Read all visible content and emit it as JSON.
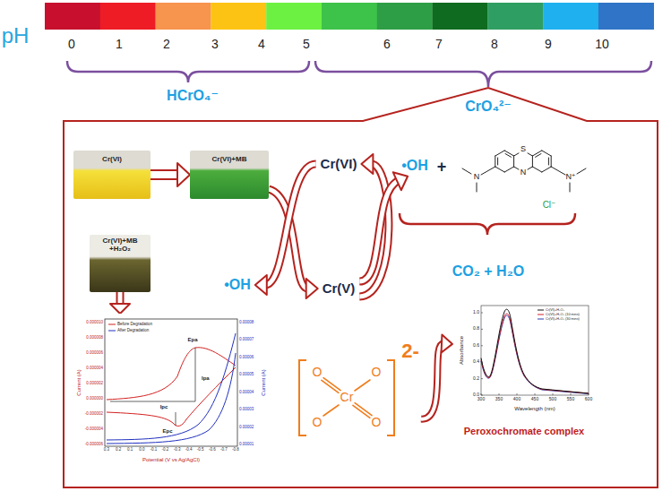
{
  "diagram": {
    "nodes": [
      {
        "text": [
          "CrO₄²⁻"
        ]
      },
      {
        "text": [
          "Cr(VI)"
        ],
        "in": 0
      },
      {
        "text": [
          "Cr(VI)+MB"
        ],
        "in": 0
      },
      {
        "text": [
          "Cr(VI)+MB +H₂O₂"
        ],
        "in": 0
      },
      {
        "text": [
          "Before Degradation",
          "After Degradation",
          "Epa",
          "Ipa",
          "Ipc",
          "Epc",
          "Potential (V vs Ag/AgCl)",
          "Current (A)",
          "Current (A)",
          "0.3",
          "0.2",
          "0.1",
          "0.0",
          "-0.1",
          "-0.2",
          "-0.3",
          "-0.4",
          "-0.5",
          "-0.6",
          "-0.7",
          "-0.8",
          "0.000010",
          "0.000008",
          "0.000006",
          "0.000004",
          "0.000002",
          "0.000000",
          "-0.000002",
          "-0.000004",
          "-0.000006",
          "0.00008",
          "0.00007",
          "0.00006",
          "0.00005",
          "0.00004",
          "0.00003",
          "0.00002",
          "0.00001"
        ],
        "in": 0
      },
      {
        "text": [
          "Cr(VI)"
        ],
        "in": 0
      },
      {
        "text": [
          "Cr(V)"
        ],
        "in": 0
      },
      {
        "text": [
          "•OH"
        ],
        "in": 0
      },
      {
        "text": [
          "•OH"
        ],
        "in": 0
      },
      {
        "text": [
          "S",
          "N",
          "N",
          "N⁺",
          "Cl⁻"
        ],
        "in": 0
      },
      {
        "text": [
          "CO₂ + H₂O"
        ],
        "in": 0
      },
      {
        "text": [
          "O",
          "O",
          "Cr",
          "O",
          "O",
          "2-"
        ],
        "in": 0
      },
      {
        "text": [
          "Cr(VI)+H₂O₂",
          "Cr(VI)+H₂O₂ (10 mins)",
          "Cr(VI)+H₂O₂ (30 mins)",
          "Absorbance",
          "Wavelength (nm)",
          "300",
          "350",
          "400",
          "450",
          "500",
          "550",
          "600",
          "0.0",
          "0.2",
          "0.4",
          "0.6",
          "0.8",
          "1.0",
          "Peroxochromate complex"
        ],
        "in": 0
      }
    ],
    "edges": [
      {
        "from": 1,
        "to": 2,
        "arrow": "to"
      },
      {
        "from": 3,
        "to": 4,
        "arrow": "to"
      },
      {
        "from": 2,
        "to": 6,
        "arrow": "to"
      },
      {
        "from": 5,
        "to": 7,
        "arrow": "to"
      },
      {
        "from": 6,
        "to": 5,
        "arrow": "to"
      },
      {
        "from": 6,
        "to": 8,
        "arrow": "to"
      },
      {
        "from": 11,
        "to": 12,
        "arrow": "to"
      }
    ],
    "labels": [
      "pH",
      "0",
      "1",
      "2",
      "3",
      "4",
      "5",
      "6",
      "7",
      "8",
      "9",
      "10",
      "HCrO₄⁻",
      "+"
    ]
  }
}
